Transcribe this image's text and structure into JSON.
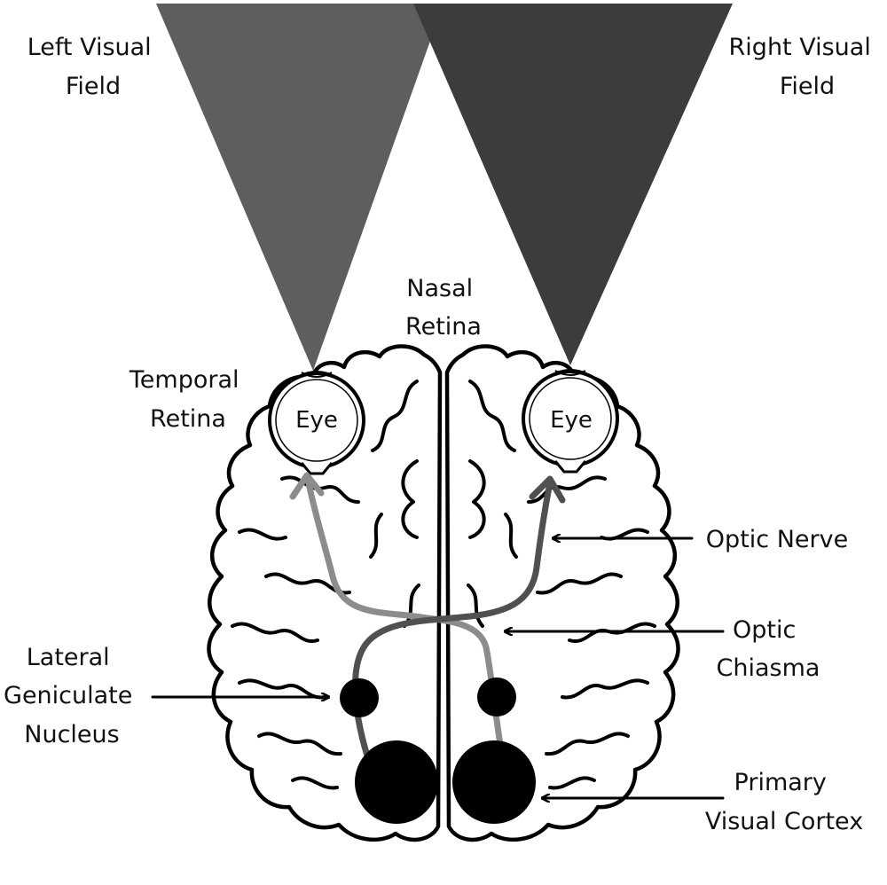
{
  "labels": {
    "left_visual_field": [
      "Left Visual",
      "Field"
    ],
    "right_visual_field": [
      "Right Visual",
      "Field"
    ],
    "nasal_retina": [
      "Nasal",
      "Retina"
    ],
    "temporal_retina": [
      "Temporal",
      "Retina"
    ],
    "eye_left": "Eye",
    "eye_right": "Eye",
    "optic_nerve": "Optic Nerve",
    "optic_chiasma": [
      "Optic",
      "Chiasma"
    ],
    "lateral_geniculate_nucleus": [
      "Lateral",
      "Geniculate",
      "Nucleus"
    ],
    "primary_visual_cortex": [
      "Primary",
      "Visual Cortex"
    ]
  },
  "colors": {
    "left_field": "#5e5e5e",
    "right_field": "#3c3c3c",
    "left_pathway": "#8c8c8c",
    "right_pathway": "#505050",
    "structure": "#000000",
    "background": "#ffffff"
  }
}
